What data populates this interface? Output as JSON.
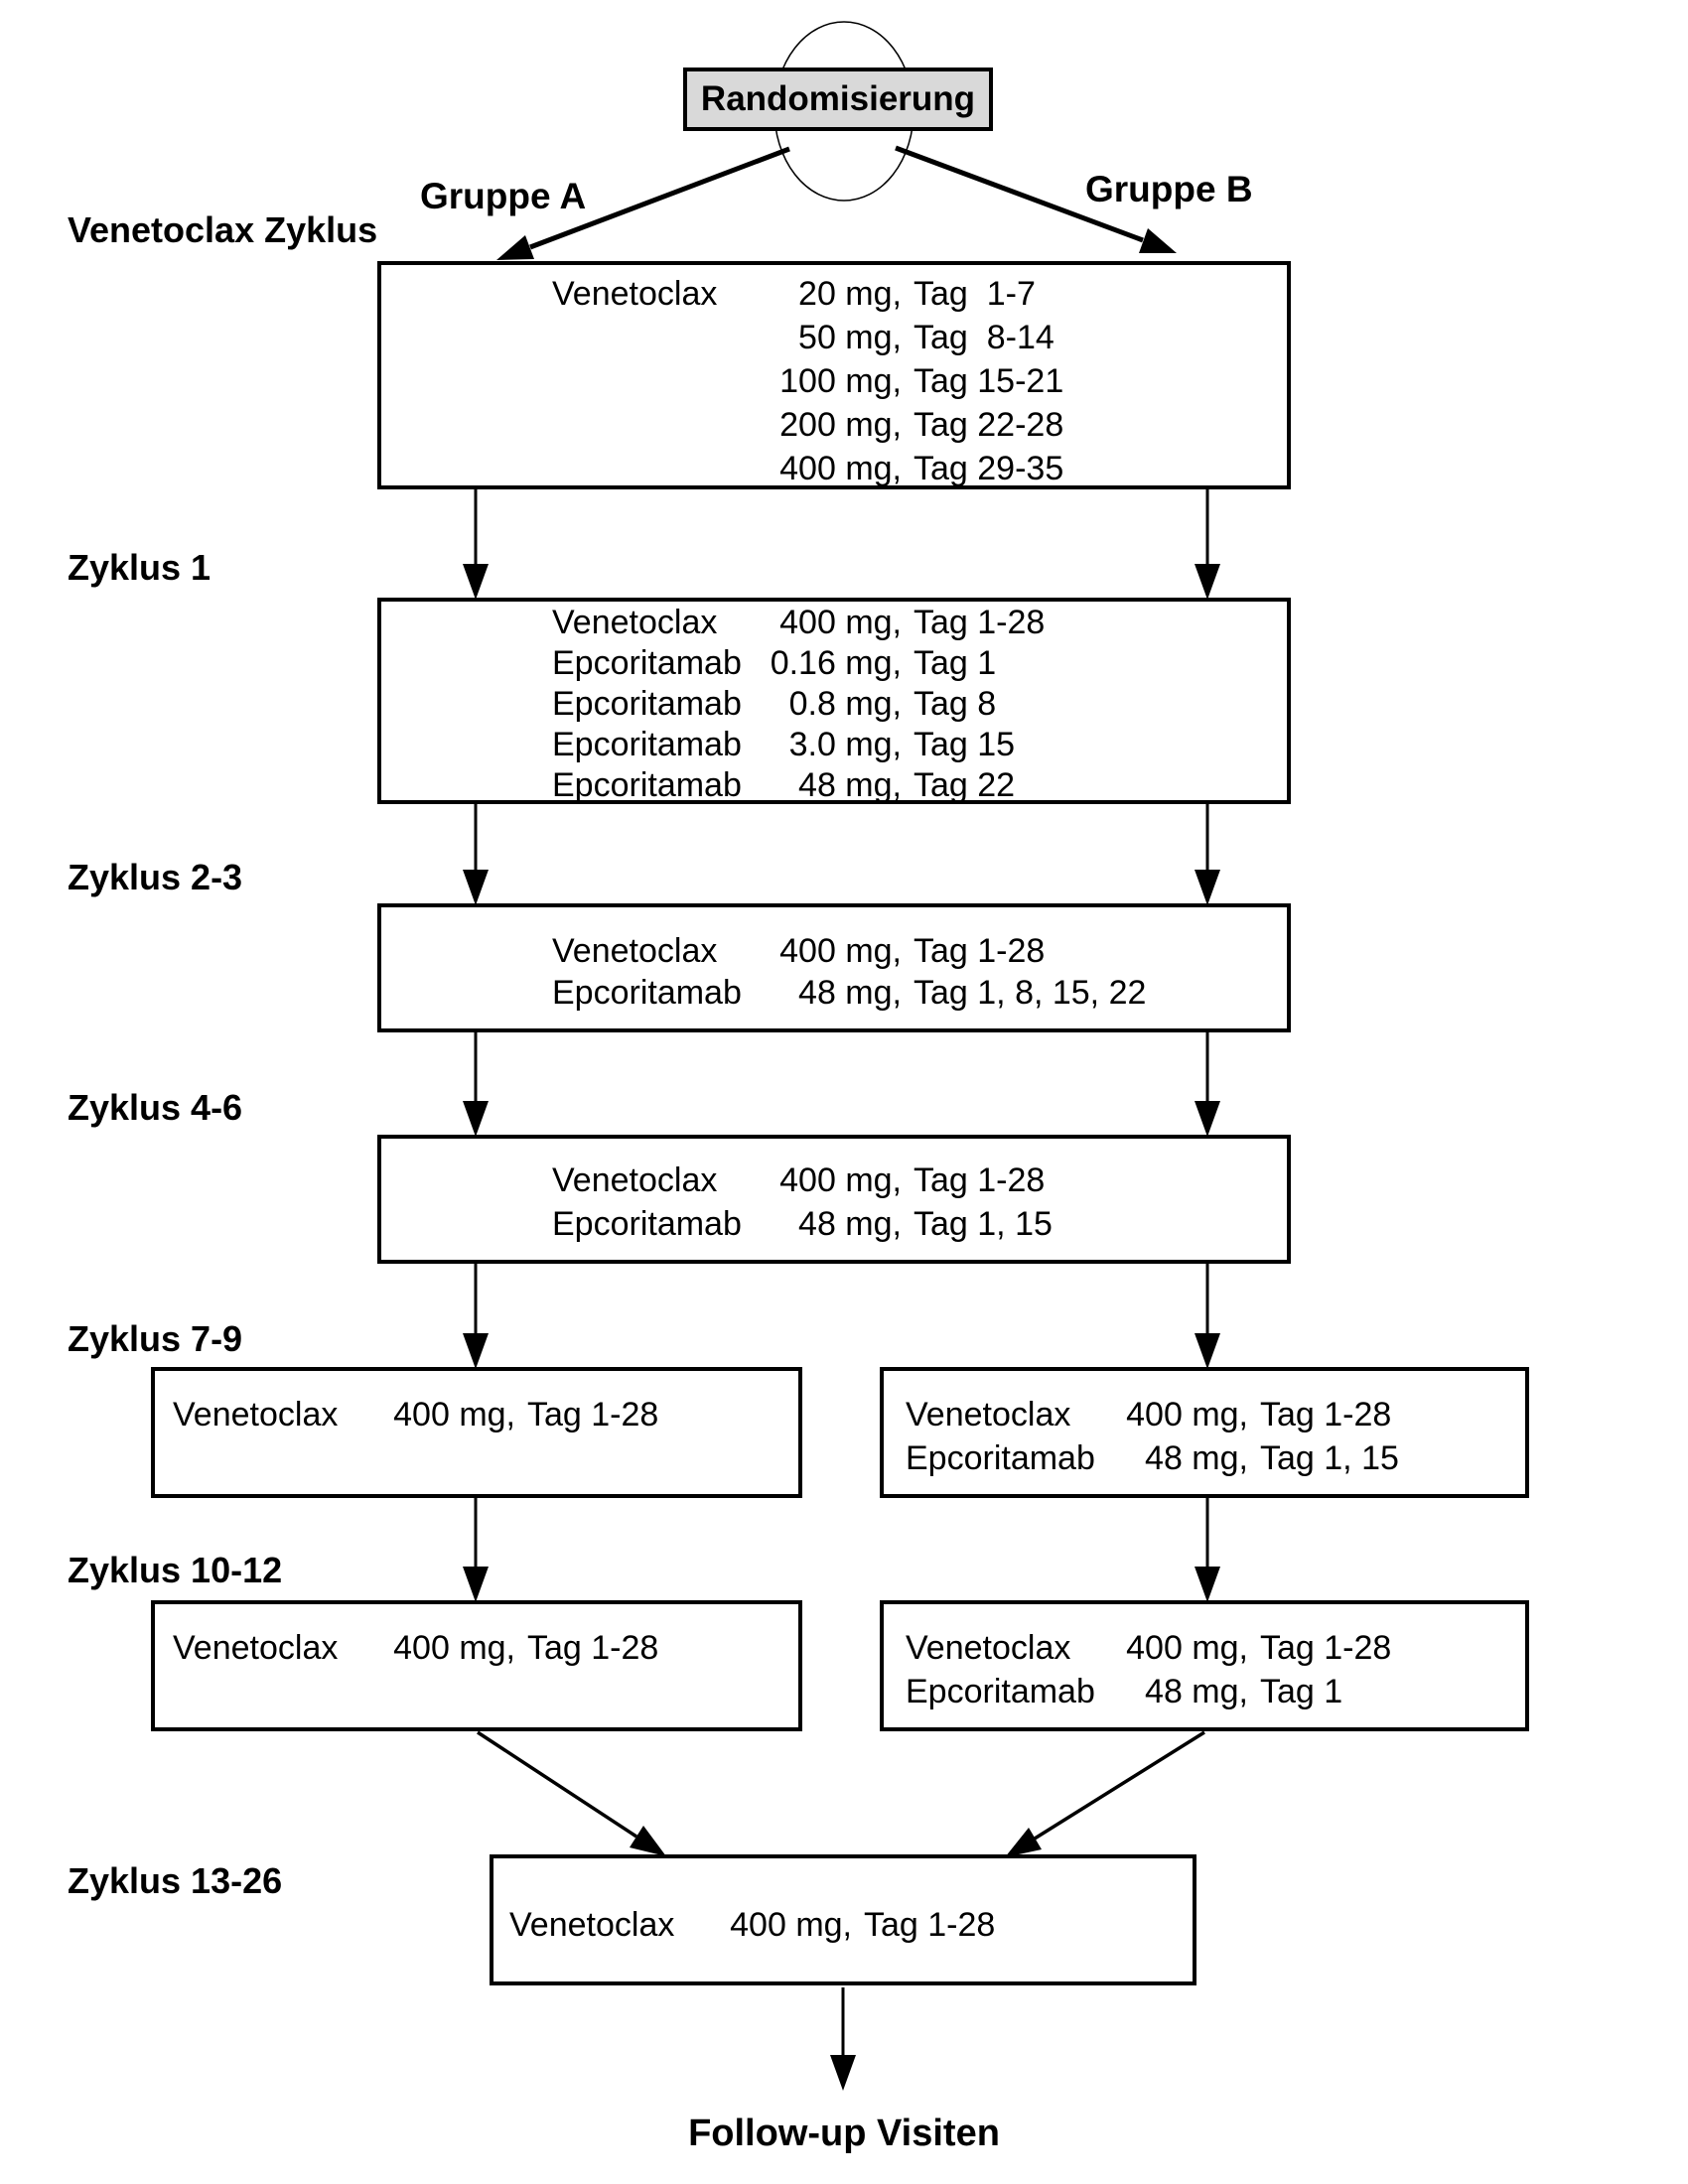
{
  "randomization": {
    "label": "Randomisierung"
  },
  "groups": {
    "a": {
      "label": "Gruppe A"
    },
    "b": {
      "label": "Gruppe B"
    }
  },
  "stage_labels": {
    "ramp": "Venetoclax Zyklus",
    "c1": "Zyklus 1",
    "c2_3": "Zyklus 2-3",
    "c4_6": "Zyklus 4-6",
    "c7_9": "Zyklus 7-9",
    "c10_12": "Zyklus 10-12",
    "c13_26": "Zyklus 13-26"
  },
  "boxes": {
    "ramp": {
      "rows": [
        {
          "drug": "Venetoclax",
          "dose": "20 mg,",
          "days": "Tag  1-7"
        },
        {
          "drug": "",
          "dose": "50 mg,",
          "days": "Tag  8-14"
        },
        {
          "drug": "",
          "dose": "100 mg,",
          "days": "Tag 15-21"
        },
        {
          "drug": "",
          "dose": "200 mg,",
          "days": "Tag 22-28"
        },
        {
          "drug": "",
          "dose": "400 mg,",
          "days": "Tag 29-35"
        }
      ]
    },
    "c1": {
      "rows": [
        {
          "drug": "Venetoclax",
          "dose": "400 mg,",
          "days": "Tag 1-28"
        },
        {
          "drug": "Epcoritamab",
          "dose": "0.16 mg,",
          "days": "Tag 1"
        },
        {
          "drug": "Epcoritamab",
          "dose": "0.8 mg,",
          "days": "Tag 8"
        },
        {
          "drug": "Epcoritamab",
          "dose": "3.0 mg,",
          "days": "Tag 15"
        },
        {
          "drug": "Epcoritamab",
          "dose": "48 mg,",
          "days": "Tag 22"
        }
      ]
    },
    "c2_3": {
      "rows": [
        {
          "drug": "Venetoclax",
          "dose": "400 mg,",
          "days": "Tag 1-28"
        },
        {
          "drug": "Epcoritamab",
          "dose": "48 mg,",
          "days": "Tag 1, 8, 15, 22"
        }
      ]
    },
    "c4_6": {
      "rows": [
        {
          "drug": "Venetoclax",
          "dose": "400 mg,",
          "days": "Tag 1-28"
        },
        {
          "drug": "Epcoritamab",
          "dose": "48 mg,",
          "days": "Tag 1, 15"
        }
      ]
    },
    "c7_9_a": {
      "rows": [
        {
          "drug": "Venetoclax",
          "dose": "400 mg,",
          "days": "Tag 1-28"
        }
      ]
    },
    "c7_9_b": {
      "rows": [
        {
          "drug": "Venetoclax",
          "dose": "400 mg,",
          "days": "Tag 1-28"
        },
        {
          "drug": "Epcoritamab",
          "dose": "48 mg,",
          "days": "Tag 1, 15"
        }
      ]
    },
    "c10_12_a": {
      "rows": [
        {
          "drug": "Venetoclax",
          "dose": "400 mg,",
          "days": "Tag 1-28"
        }
      ]
    },
    "c10_12_b": {
      "rows": [
        {
          "drug": "Venetoclax",
          "dose": "400 mg,",
          "days": "Tag 1-28"
        },
        {
          "drug": "Epcoritamab",
          "dose": "48 mg,",
          "days": "Tag 1"
        }
      ]
    },
    "c13_26": {
      "rows": [
        {
          "drug": "Venetoclax",
          "dose": "400 mg,",
          "days": "Tag 1-28"
        }
      ]
    }
  },
  "footer": {
    "label": "Follow-up Visiten"
  },
  "colors": {
    "randomization_fill": "#d9d9d9",
    "box_fill": "#ffffff",
    "line": "#000000"
  }
}
